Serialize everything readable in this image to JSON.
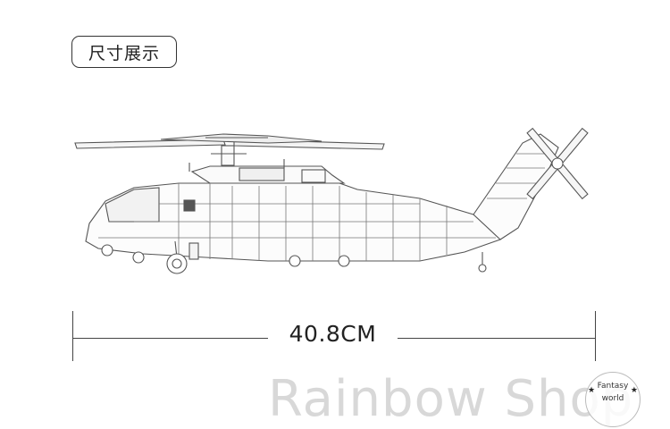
{
  "title_label": "尺寸展示",
  "dimension": {
    "label": "40.8CM"
  },
  "watermark": "Rainbow Shop",
  "seal": {
    "line1": "Fantasy",
    "line2": "world"
  }
}
